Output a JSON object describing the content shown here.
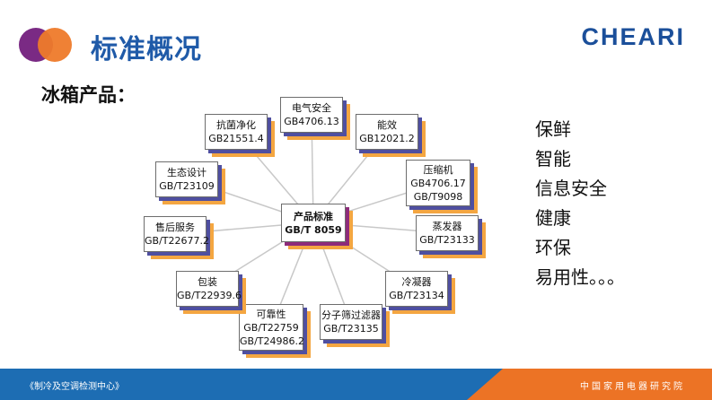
{
  "header": {
    "title": "标准概况",
    "brand": "CHEARI",
    "colors": {
      "circle_left": "#7a2a84",
      "circle_right": "#ee7a2a",
      "title": "#1f5aa8"
    }
  },
  "subtitle": "冰箱产品：",
  "center": {
    "line1": "产品标准",
    "line2": "GB/T 8059"
  },
  "nodes": [
    {
      "line1": "电气安全",
      "line2": "GB4706.13"
    },
    {
      "line1": "能效",
      "line2": "GB12021.2"
    },
    {
      "line1": "压缩机",
      "line2": "GB4706.17",
      "line3": "GB/T9098"
    },
    {
      "line1": "蒸发器",
      "line2": "GB/T23133"
    },
    {
      "line1": "冷凝器",
      "line2": "GB/T23134"
    },
    {
      "line1": "分子筛过滤器",
      "line2": "GB/T23135"
    },
    {
      "line1": "可靠性",
      "line2": "GB/T22759",
      "line3": "GB/T24986.2"
    },
    {
      "line1": "包装",
      "line2": "GB/T22939.6"
    },
    {
      "line1": "售后服务",
      "line2": "GB/T22677.2"
    },
    {
      "line1": "生态设计",
      "line2": "GB/T23109"
    },
    {
      "line1": "抗菌净化",
      "line2": "GB21551.4"
    }
  ],
  "properties": [
    "保鲜",
    "智能",
    "信息安全",
    "健康",
    "环保",
    "易用性。。。"
  ],
  "footer": {
    "left": "《制冷及空调检测中心》",
    "right": "中国家用电器研究院",
    "colors": {
      "left": "#1d6db3",
      "right": "#ec7325"
    }
  }
}
